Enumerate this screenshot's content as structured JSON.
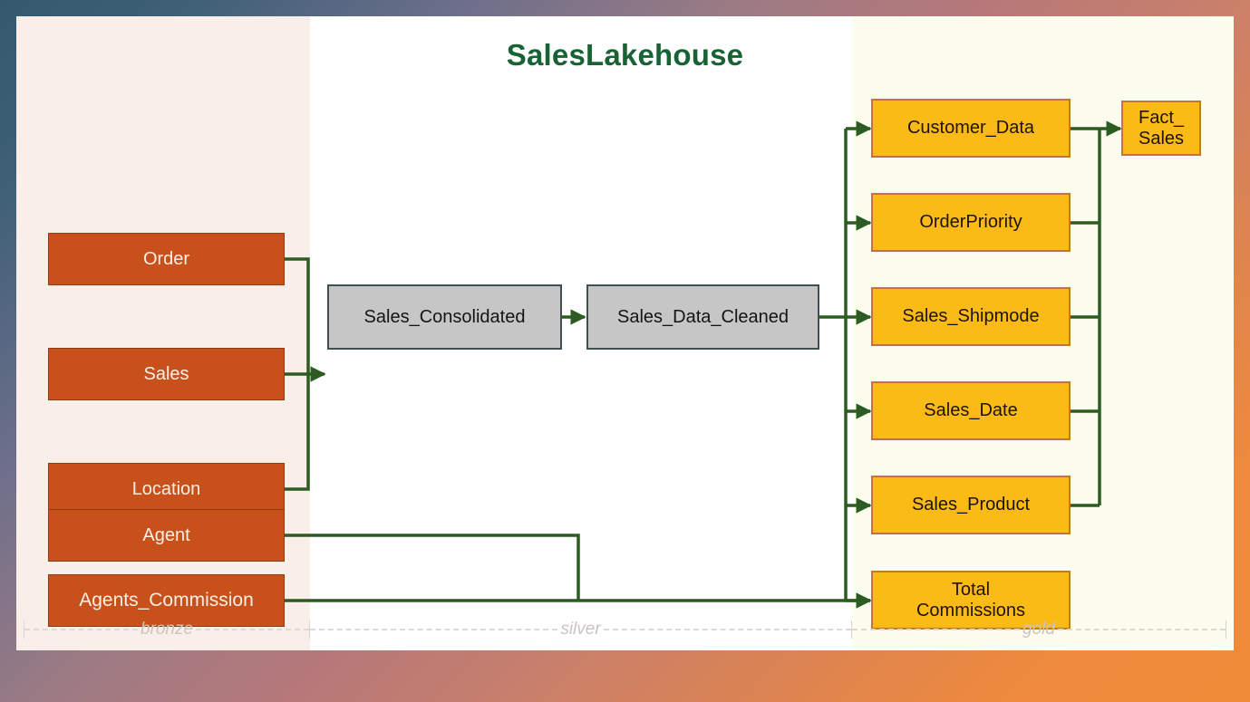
{
  "diagram": {
    "title": "SalesLakehouse",
    "title_color": "#186334",
    "connector_color": "#2c5c22",
    "zones": [
      {
        "key": "bronze",
        "label": "bronze",
        "bg": "#faeee9"
      },
      {
        "key": "silver",
        "label": "silver",
        "bg": "#ffffff"
      },
      {
        "key": "gold",
        "label": "gold",
        "bg": "#fdfdef"
      }
    ],
    "bronze_nodes": [
      {
        "label": "Order"
      },
      {
        "label": "Sales"
      },
      {
        "label": "Location"
      },
      {
        "label": "Agent"
      },
      {
        "label": "Agents_Commission"
      }
    ],
    "silver_nodes": [
      {
        "label": "Sales_Consolidated"
      },
      {
        "label": "Sales_Data_Cleaned"
      }
    ],
    "gold_nodes": [
      {
        "label": "Customer_Data"
      },
      {
        "label": "OrderPriority"
      },
      {
        "label": "Sales_Shipmode"
      },
      {
        "label": "Sales_Date"
      },
      {
        "label": "Sales_Product"
      },
      {
        "label": "Total\nCommissions"
      },
      {
        "label": "Fact_\nSales"
      }
    ],
    "colors": {
      "bronze_box_fill": "#c8511b",
      "bronze_box_border": "#8f3b13",
      "bronze_box_text": "#fdeee6",
      "silver_box_fill": "#c6c6c6",
      "silver_box_border": "#3f4f4f",
      "silver_box_text": "#141414",
      "gold_box_fill": "#fbbb17",
      "gold_box_border": "#c2772a",
      "gold_box_text": "#201306"
    }
  }
}
